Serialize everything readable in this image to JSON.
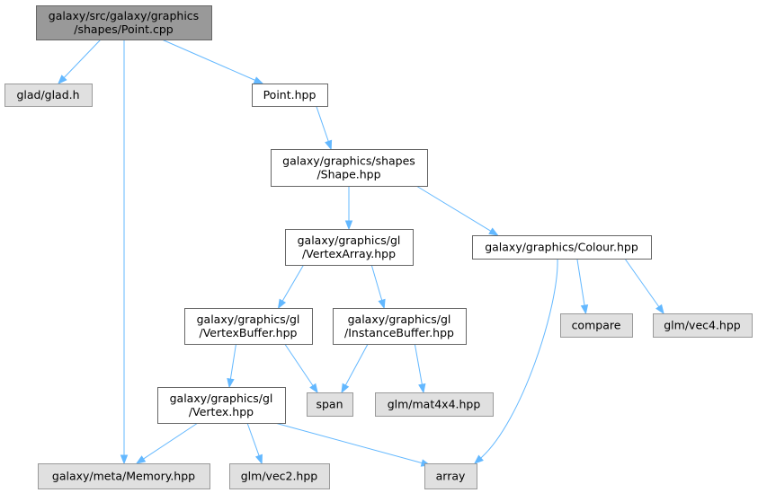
{
  "nodes": {
    "point_cpp": {
      "lines": [
        "galaxy/src/galaxy/graphics",
        "/shapes/Point.cpp"
      ],
      "kind": "root"
    },
    "glad_h": {
      "lines": [
        "glad/glad.h"
      ],
      "kind": "system"
    },
    "point_hpp": {
      "lines": [
        "Point.hpp"
      ],
      "kind": "normal"
    },
    "shape_hpp": {
      "lines": [
        "galaxy/graphics/shapes",
        "/Shape.hpp"
      ],
      "kind": "normal"
    },
    "vertexarray_hpp": {
      "lines": [
        "galaxy/graphics/gl",
        "/VertexArray.hpp"
      ],
      "kind": "normal"
    },
    "colour_hpp": {
      "lines": [
        "galaxy/graphics/Colour.hpp"
      ],
      "kind": "normal"
    },
    "vertexbuffer_hpp": {
      "lines": [
        "galaxy/graphics/gl",
        "/VertexBuffer.hpp"
      ],
      "kind": "normal"
    },
    "instancebuffer_hpp": {
      "lines": [
        "galaxy/graphics/gl",
        "/InstanceBuffer.hpp"
      ],
      "kind": "normal"
    },
    "compare": {
      "lines": [
        "compare"
      ],
      "kind": "system"
    },
    "vec4_hpp": {
      "lines": [
        "glm/vec4.hpp"
      ],
      "kind": "system"
    },
    "vertex_hpp": {
      "lines": [
        "galaxy/graphics/gl",
        "/Vertex.hpp"
      ],
      "kind": "normal"
    },
    "span": {
      "lines": [
        "span"
      ],
      "kind": "system"
    },
    "mat4x4_hpp": {
      "lines": [
        "glm/mat4x4.hpp"
      ],
      "kind": "system"
    },
    "memory_hpp": {
      "lines": [
        "galaxy/meta/Memory.hpp"
      ],
      "kind": "system"
    },
    "vec2_hpp": {
      "lines": [
        "glm/vec2.hpp"
      ],
      "kind": "system"
    },
    "array": {
      "lines": [
        "array"
      ],
      "kind": "system"
    }
  },
  "edges": [
    [
      "point_cpp",
      "glad_h"
    ],
    [
      "point_cpp",
      "point_hpp"
    ],
    [
      "point_cpp",
      "memory_hpp"
    ],
    [
      "point_hpp",
      "shape_hpp"
    ],
    [
      "shape_hpp",
      "vertexarray_hpp"
    ],
    [
      "shape_hpp",
      "colour_hpp"
    ],
    [
      "vertexarray_hpp",
      "vertexbuffer_hpp"
    ],
    [
      "vertexarray_hpp",
      "instancebuffer_hpp"
    ],
    [
      "colour_hpp",
      "array"
    ],
    [
      "colour_hpp",
      "compare"
    ],
    [
      "colour_hpp",
      "vec4_hpp"
    ],
    [
      "vertexbuffer_hpp",
      "vertex_hpp"
    ],
    [
      "vertexbuffer_hpp",
      "span"
    ],
    [
      "instancebuffer_hpp",
      "span"
    ],
    [
      "instancebuffer_hpp",
      "mat4x4_hpp"
    ],
    [
      "vertex_hpp",
      "memory_hpp"
    ],
    [
      "vertex_hpp",
      "vec2_hpp"
    ],
    [
      "vertex_hpp",
      "array"
    ]
  ],
  "colors": {
    "edge": "#63b8ff",
    "root_fill": "#999999",
    "system_fill": "#e0e0e0",
    "normal_fill": "#ffffff",
    "border": "#666666"
  }
}
